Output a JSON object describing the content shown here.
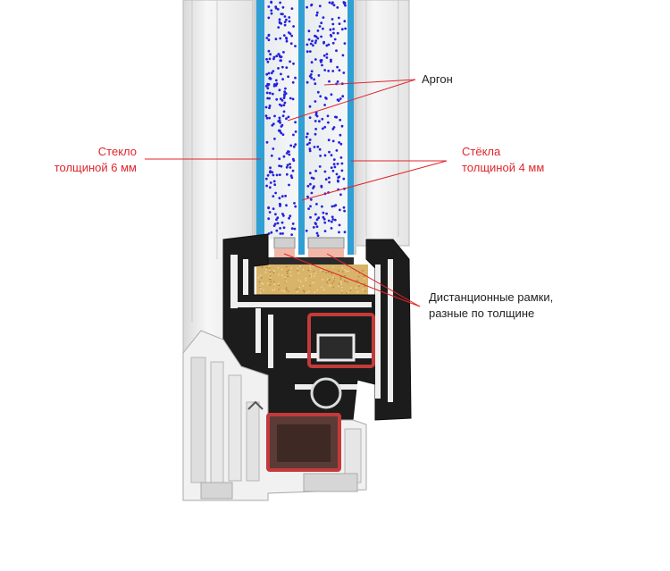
{
  "labels": {
    "argon": "Аргон",
    "glass6_line1": "Стекло",
    "glass6_line2": "толщиной 6 мм",
    "glass4_line1": "Стёкла",
    "glass4_line2": "толщиной 4 мм",
    "spacers_line1": "Дистанционные рамки,",
    "spacers_line2": "разные по толщине"
  },
  "colors": {
    "label_red": "#e0252b",
    "label_dark": "#222222",
    "glass_blue": "#2f9fd4",
    "argon_dot": "#2222dd",
    "reinforcement_red": "#c43a3a",
    "desiccant": "#d8b46a",
    "seal_pink": "#f2b6a6",
    "profile_black": "#1a1a1a",
    "profile_white": "#f2f2f2"
  }
}
